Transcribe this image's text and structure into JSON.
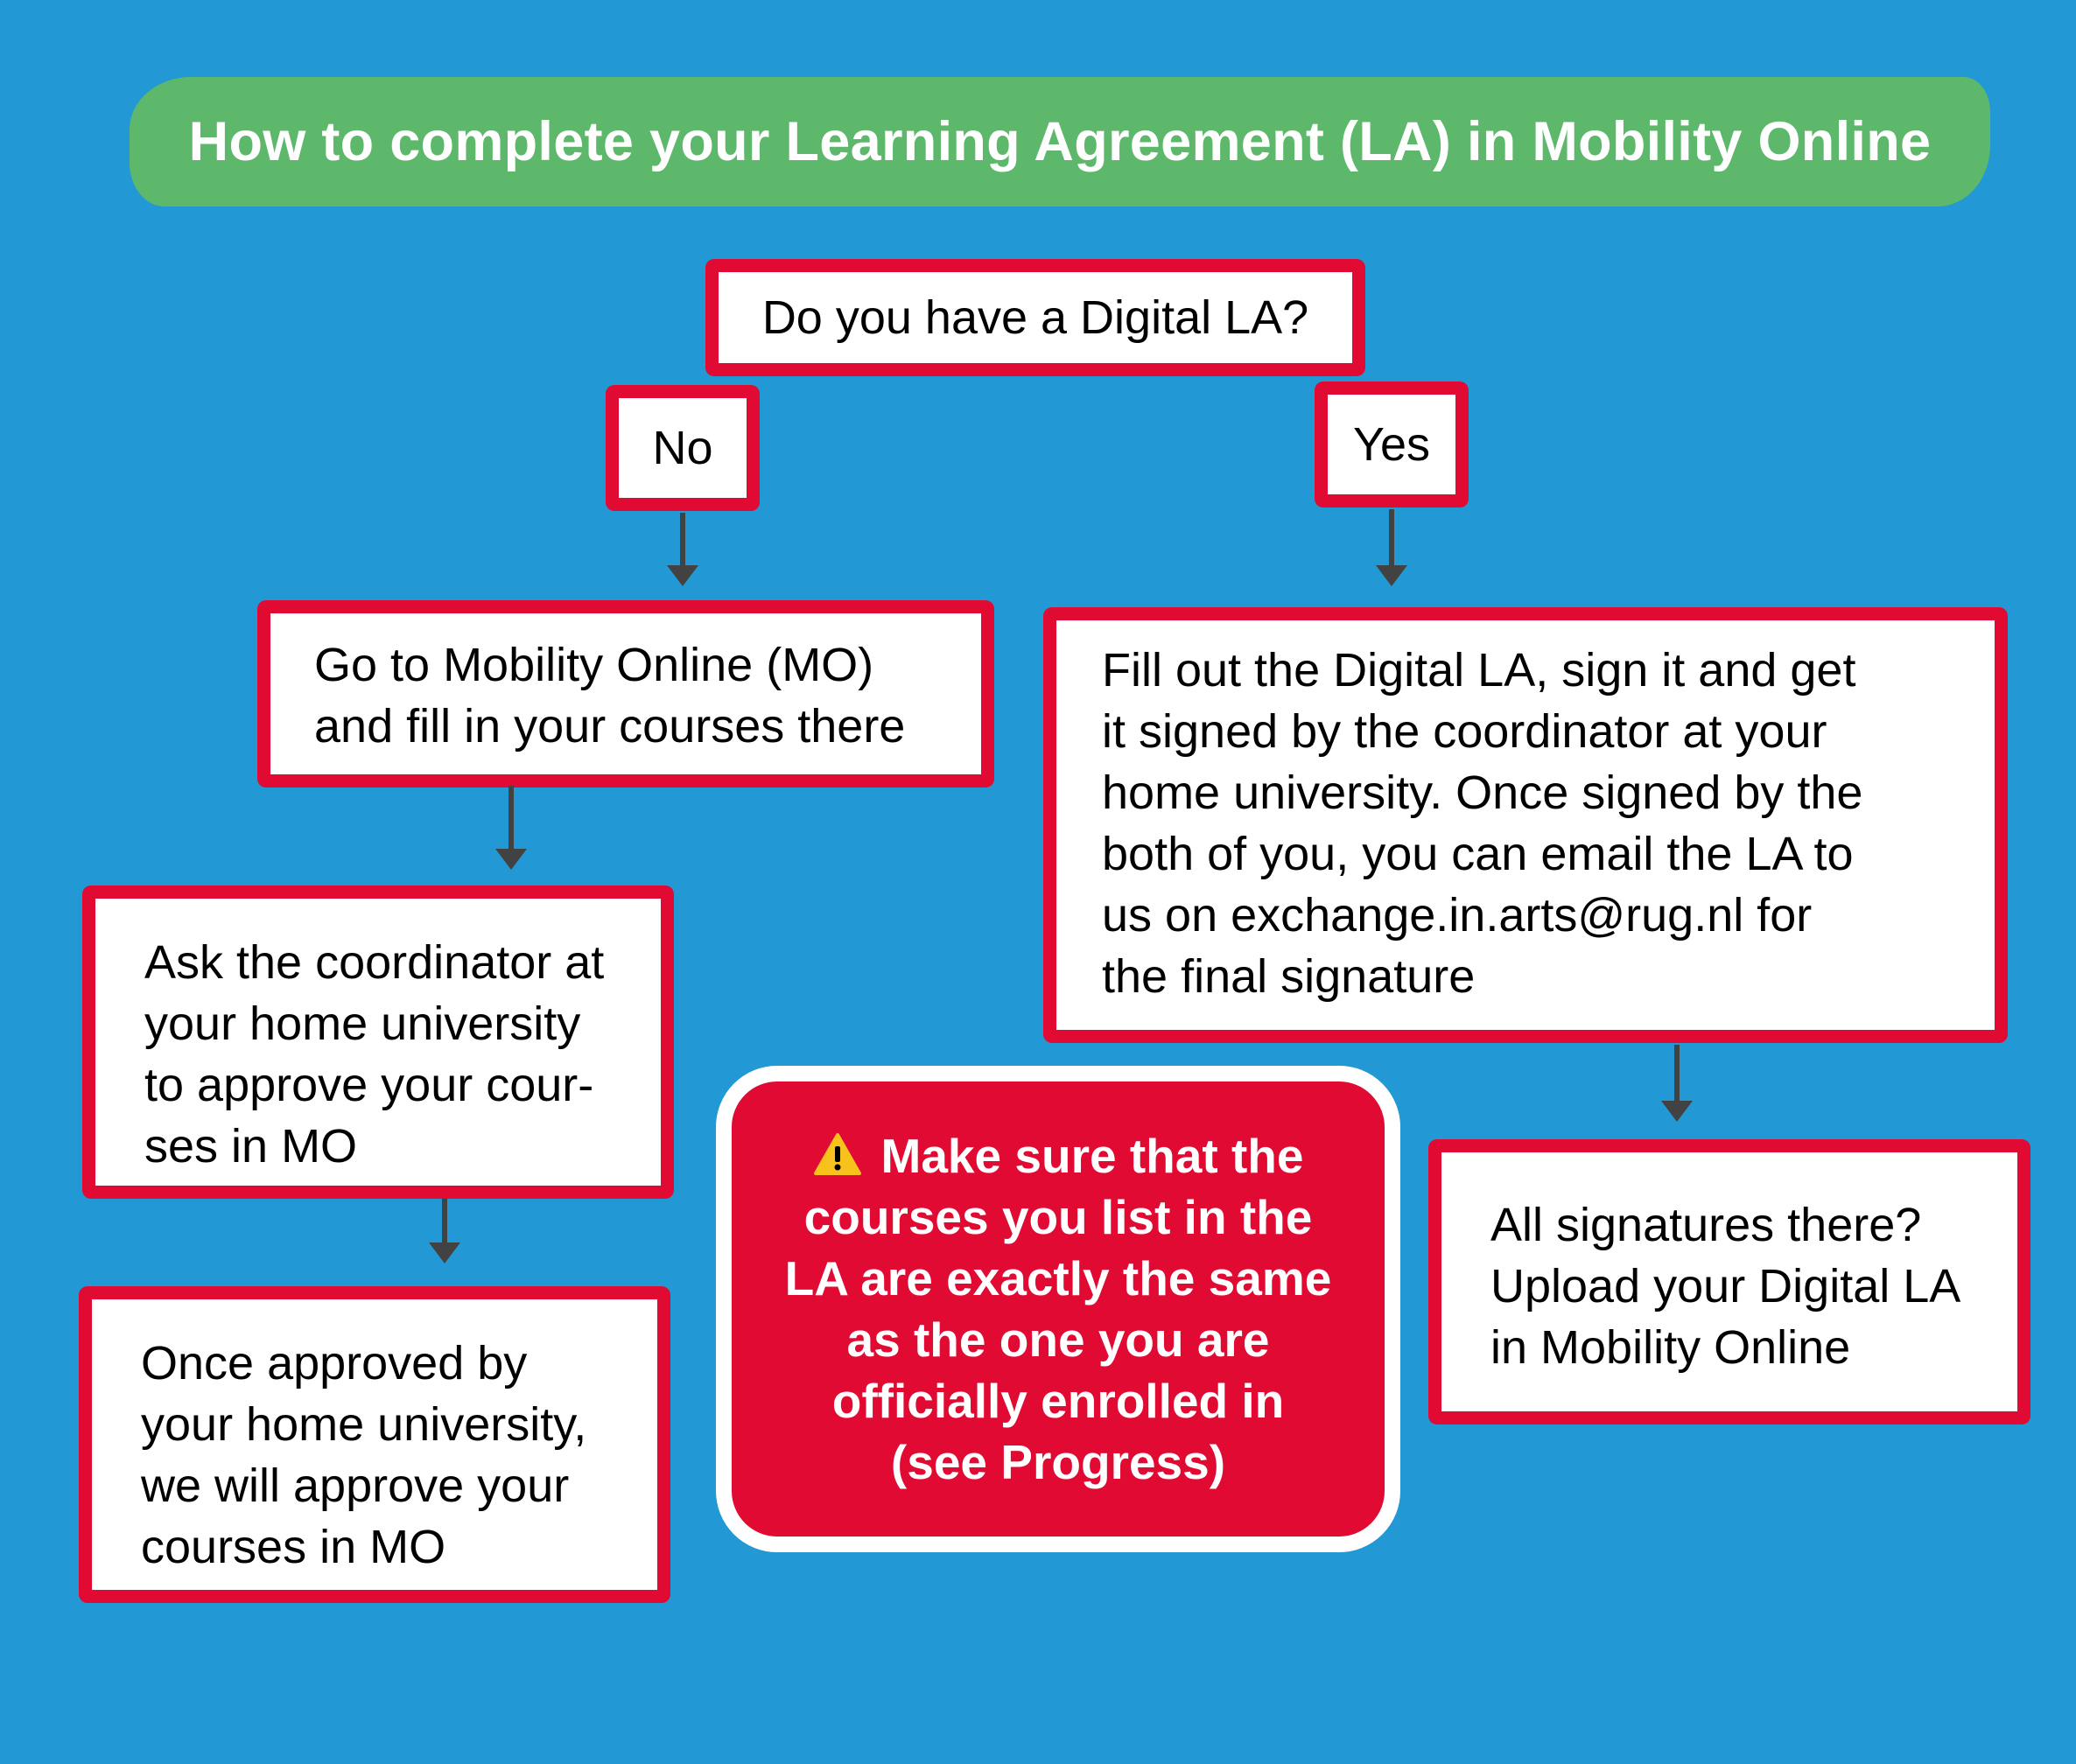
{
  "title": "How to complete your Learning Agreement (LA) in Mobility Online",
  "question": "Do you have a Digital LA?",
  "no_label": "No",
  "yes_label": "Yes",
  "no_branch": {
    "step1": [
      "Go to Mobility Online (MO)",
      "and fill in your courses there"
    ],
    "step2": [
      "Ask the coordinator at",
      "your home university",
      "to approve your cour-",
      "ses in MO"
    ],
    "step3": [
      "Once approved by",
      "your home university,",
      "we will approve your",
      "courses in MO"
    ]
  },
  "yes_branch": {
    "step1": [
      "Fill out the Digital LA, sign it and get",
      "it signed by the coordinator at your",
      "home university. Once signed by the",
      "both of you, you can email the LA to",
      "us on exchange.in.arts@rug.nl for",
      "the final signature"
    ],
    "step2": [
      "All signatures there?",
      "Upload your Digital LA",
      "in Mobility Online"
    ]
  },
  "warning": {
    "icon": "warning-icon",
    "lines": [
      "Make sure that the",
      "courses you list in the",
      "LA are exactly the same",
      "as the one you are",
      "officially enrolled in",
      "(see Progress)"
    ]
  },
  "colors": {
    "background": "#2298d4",
    "banner": "#5db86b",
    "box_border": "#e00a33",
    "warning_fill": "#e00a33",
    "arrow": "#424242",
    "warning_icon": "#f7c21c"
  }
}
